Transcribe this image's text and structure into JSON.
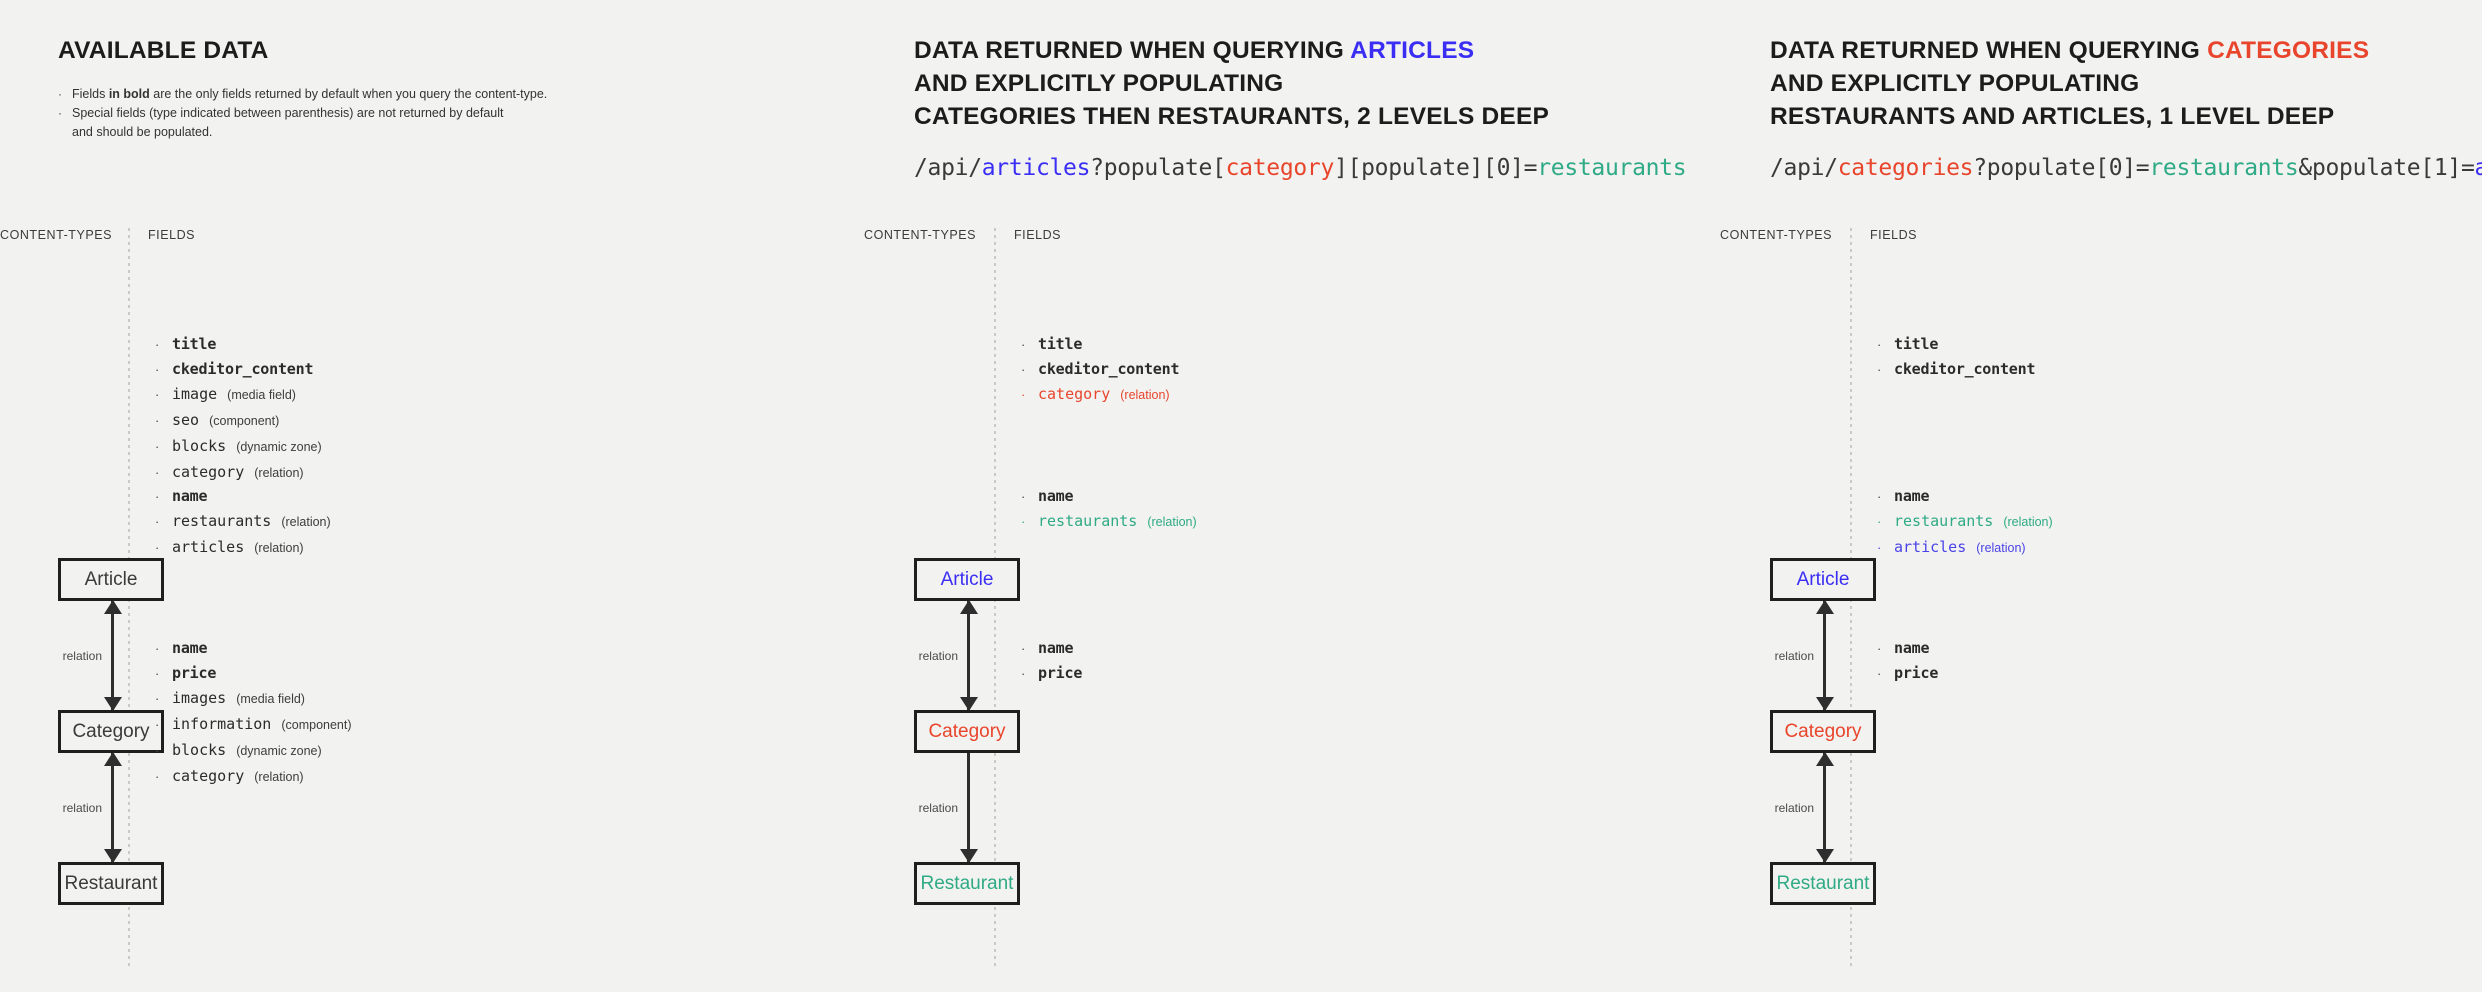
{
  "panels": [
    {
      "id": "available-data",
      "title_parts": [
        {
          "text": "AVAILABLE DATA",
          "color": "default"
        }
      ],
      "bullets": [
        {
          "pre": "Fields ",
          "bold": "in bold",
          "post": " are the only fields returned by default when you query the content-type."
        },
        {
          "pre": "Special fields (type indicated between parenthesis) are not returned by default",
          "bold": "",
          "post": ""
        },
        {
          "pre": "and should be populated.",
          "bold": "",
          "post": "",
          "continuation": true
        }
      ],
      "api": null,
      "col_labels": {
        "content_types": "CONTENT-TYPES",
        "fields": "FIELDS"
      },
      "nodes": [
        {
          "label": "Article",
          "color": "default"
        },
        {
          "label": "Category",
          "color": "default"
        },
        {
          "label": "Restaurant",
          "color": "default"
        }
      ],
      "relations": [
        {
          "label": "relation",
          "double": true
        },
        {
          "label": "relation",
          "double": true
        }
      ],
      "field_groups": [
        [
          {
            "name": "title",
            "type": "",
            "bold": true,
            "color": "default"
          },
          {
            "name": "ckeditor_content",
            "type": "",
            "bold": true,
            "color": "default"
          },
          {
            "name": "image",
            "type": "(media field)",
            "bold": false,
            "color": "default"
          },
          {
            "name": "seo",
            "type": "(component)",
            "bold": false,
            "color": "default"
          },
          {
            "name": "blocks",
            "type": "(dynamic zone)",
            "bold": false,
            "color": "default"
          },
          {
            "name": "category",
            "type": "(relation)",
            "bold": false,
            "color": "default"
          }
        ],
        [
          {
            "name": "name",
            "type": "",
            "bold": true,
            "color": "default"
          },
          {
            "name": "restaurants",
            "type": "(relation)",
            "bold": false,
            "color": "default"
          },
          {
            "name": "articles",
            "type": "(relation)",
            "bold": false,
            "color": "default"
          }
        ],
        [
          {
            "name": "name",
            "type": "",
            "bold": true,
            "color": "default"
          },
          {
            "name": "price",
            "type": "",
            "bold": true,
            "color": "default"
          },
          {
            "name": "images",
            "type": "(media field)",
            "bold": false,
            "color": "default"
          },
          {
            "name": "information",
            "type": "(component)",
            "bold": false,
            "color": "default"
          },
          {
            "name": "blocks",
            "type": "(dynamic zone)",
            "bold": false,
            "color": "default"
          },
          {
            "name": "category",
            "type": "(relation)",
            "bold": false,
            "color": "default"
          }
        ]
      ]
    },
    {
      "id": "query-articles",
      "title_lines": [
        [
          {
            "text": "DATA RETURNED WHEN QUERYING ",
            "color": "default"
          },
          {
            "text": "ARTICLES",
            "color": "blue"
          }
        ],
        [
          {
            "text": "AND EXPLICITLY POPULATING",
            "color": "default"
          }
        ],
        [
          {
            "text": "CATEGORIES THEN RESTAURANTS, 2 LEVELS DEEP",
            "color": "default"
          }
        ]
      ],
      "api": [
        {
          "text": "/api/",
          "color": "default"
        },
        {
          "text": "articles",
          "color": "blue"
        },
        {
          "text": "?populate[",
          "color": "default"
        },
        {
          "text": "category",
          "color": "red"
        },
        {
          "text": "][populate][0]=",
          "color": "default"
        },
        {
          "text": "restaurants",
          "color": "green"
        }
      ],
      "col_labels": {
        "content_types": "CONTENT-TYPES",
        "fields": "FIELDS"
      },
      "nodes": [
        {
          "label": "Article",
          "color": "blue"
        },
        {
          "label": "Category",
          "color": "red"
        },
        {
          "label": "Restaurant",
          "color": "green"
        }
      ],
      "relations": [
        {
          "label": "relation",
          "double": true
        },
        {
          "label": "relation",
          "double": false
        }
      ],
      "field_groups": [
        [
          {
            "name": "title",
            "type": "",
            "bold": true,
            "color": "default"
          },
          {
            "name": "ckeditor_content",
            "type": "",
            "bold": true,
            "color": "default"
          },
          {
            "name": "category",
            "type": "(relation)",
            "bold": false,
            "color": "red"
          }
        ],
        [
          {
            "name": "name",
            "type": "",
            "bold": true,
            "color": "default"
          },
          {
            "name": "restaurants",
            "type": "(relation)",
            "bold": false,
            "color": "green"
          }
        ],
        [
          {
            "name": "name",
            "type": "",
            "bold": true,
            "color": "default"
          },
          {
            "name": "price",
            "type": "",
            "bold": true,
            "color": "default"
          }
        ]
      ]
    },
    {
      "id": "query-categories",
      "title_lines": [
        [
          {
            "text": "DATA RETURNED WHEN QUERYING ",
            "color": "default"
          },
          {
            "text": "CATEGORIES",
            "color": "red"
          }
        ],
        [
          {
            "text": "AND EXPLICITLY POPULATING",
            "color": "default"
          }
        ],
        [
          {
            "text": "RESTAURANTS AND ARTICLES, 1 LEVEL DEEP",
            "color": "default"
          }
        ]
      ],
      "api": [
        {
          "text": "/api/",
          "color": "default"
        },
        {
          "text": "categories",
          "color": "red"
        },
        {
          "text": "?populate[0]=",
          "color": "default"
        },
        {
          "text": "restaurants",
          "color": "green"
        },
        {
          "text": "&populate[1]=",
          "color": "default"
        },
        {
          "text": "articles",
          "color": "blue"
        }
      ],
      "col_labels": {
        "content_types": "CONTENT-TYPES",
        "fields": "FIELDS"
      },
      "nodes": [
        {
          "label": "Article",
          "color": "blue"
        },
        {
          "label": "Category",
          "color": "red"
        },
        {
          "label": "Restaurant",
          "color": "green"
        }
      ],
      "relations": [
        {
          "label": "relation",
          "double": true
        },
        {
          "label": "relation",
          "double": true
        }
      ],
      "field_groups": [
        [
          {
            "name": "title",
            "type": "",
            "bold": true,
            "color": "default"
          },
          {
            "name": "ckeditor_content",
            "type": "",
            "bold": true,
            "color": "default"
          }
        ],
        [
          {
            "name": "name",
            "type": "",
            "bold": true,
            "color": "default"
          },
          {
            "name": "restaurants",
            "type": "(relation)",
            "bold": false,
            "color": "green"
          },
          {
            "name": "articles",
            "type": "(relation)",
            "bold": false,
            "color": "blue"
          }
        ],
        [
          {
            "name": "name",
            "type": "",
            "bold": true,
            "color": "default"
          },
          {
            "name": "price",
            "type": "",
            "bold": true,
            "color": "default"
          }
        ]
      ]
    }
  ],
  "colors": {
    "blue": "#3a2ef5",
    "red": "#e8452c",
    "green": "#2faa86",
    "default": "#2b2b2b",
    "background": "#f2f2f0"
  },
  "bullet_glyph": "·"
}
